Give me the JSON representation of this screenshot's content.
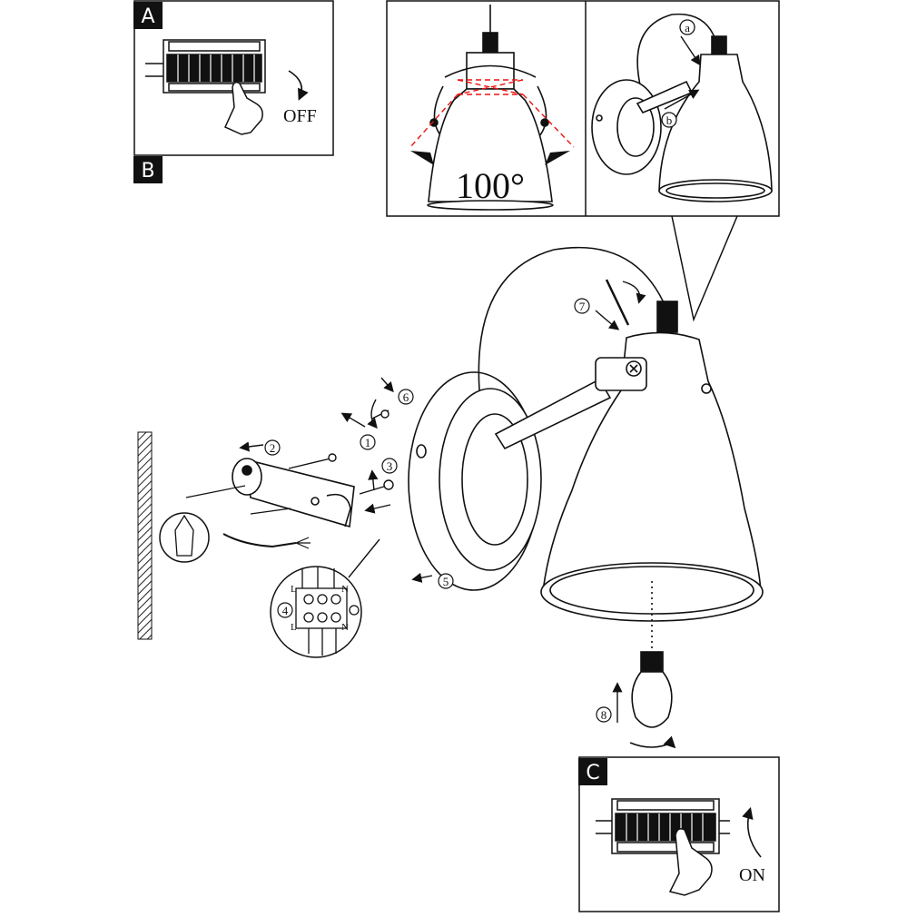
{
  "panels": {
    "a": {
      "letter": "A",
      "caption": "OFF"
    },
    "b": {
      "letter": "B"
    },
    "c": {
      "letter": "C",
      "caption": "ON"
    }
  },
  "detail": {
    "angle": "100°",
    "sub_a": "a",
    "sub_b": "b"
  },
  "steps": [
    "1",
    "2",
    "3",
    "4",
    "5",
    "6",
    "7",
    "8"
  ],
  "terminal": {
    "l_top": "L",
    "n_top": "N",
    "l_bottom": "L",
    "n_bottom": "N"
  }
}
